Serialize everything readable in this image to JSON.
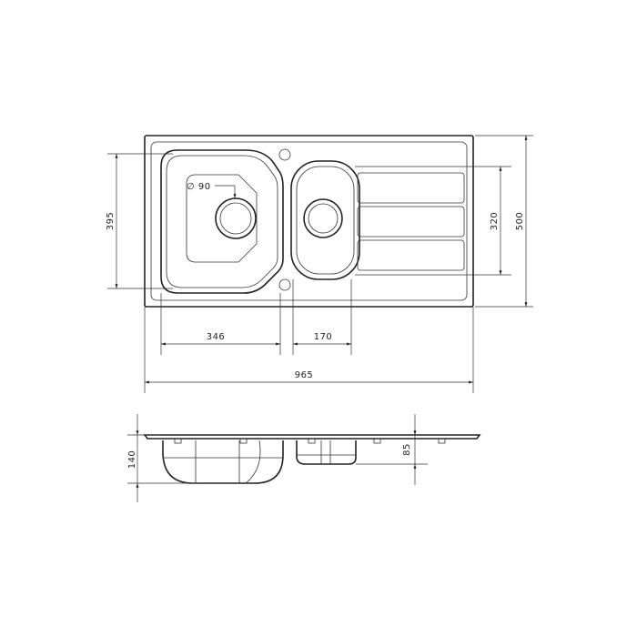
{
  "drawing": {
    "line_color": "#222222",
    "plan_view": {
      "dimensions": {
        "large_bowl_length": "395",
        "small_bowl_length": "320",
        "overall_depth": "500",
        "large_bowl_width": "346",
        "small_bowl_width": "170",
        "overall_width": "965",
        "waste_diameter": "∅ 90"
      }
    },
    "side_view": {
      "dimensions": {
        "large_bowl_depth": "140",
        "small_bowl_depth": "85"
      }
    }
  }
}
